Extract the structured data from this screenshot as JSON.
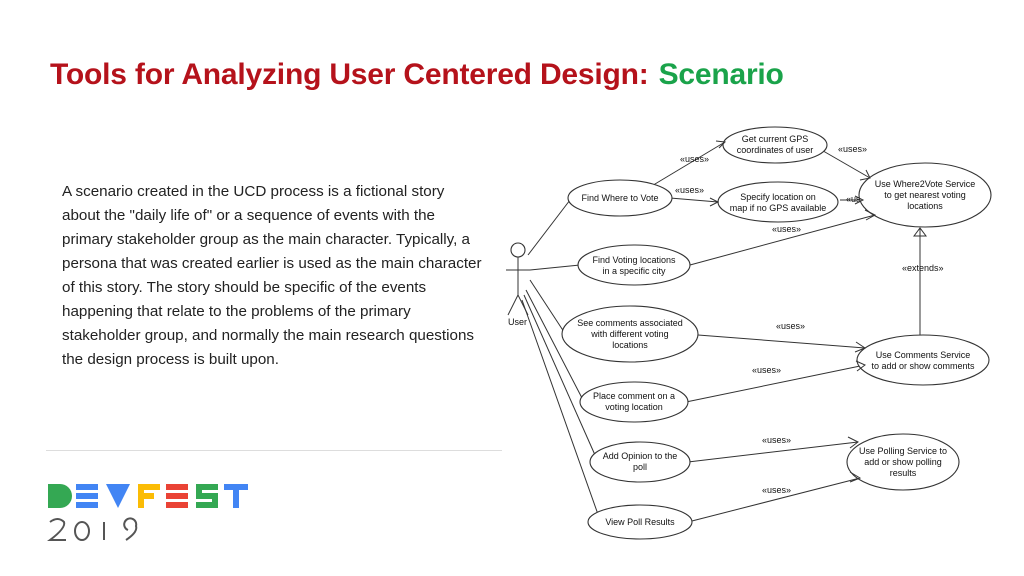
{
  "slide": {
    "title_main": "Tools for Analyzing User Centered Design:",
    "title_accent": "Scenario",
    "body": "A scenario created in the UCD process is a fictional story about the \"daily life of\" or a sequence of events with the primary stakeholder group as the main character. Typically, a persona that was created earlier is used as the main character of this story. The story should be specific of the events happening that relate to the problems of the primary stakeholder group, and normally the main research questions the design process is built upon."
  },
  "logo": {
    "wordmark": "DEVFEST",
    "year": "2019",
    "colors": {
      "blue": "#4285f4",
      "green": "#34a853",
      "yellow": "#fbbc05",
      "red": "#ea4335",
      "year": "#555555"
    }
  },
  "colors": {
    "title": "#b5121b",
    "accent": "#1aa34a",
    "text": "#222222"
  },
  "diagram": {
    "actor": "User",
    "use_cases": [
      {
        "id": "gps",
        "lines": [
          "Get current GPS",
          "coordinates of user"
        ]
      },
      {
        "id": "find",
        "lines": [
          "Find Where to Vote"
        ]
      },
      {
        "id": "specify",
        "lines": [
          "Specify location on",
          "map if no GPS available"
        ]
      },
      {
        "id": "w2v",
        "lines": [
          "Use Where2Vote Service",
          "to get nearest voting",
          "locations"
        ]
      },
      {
        "id": "city",
        "lines": [
          "Find Voting locations",
          "in a specific city"
        ]
      },
      {
        "id": "see",
        "lines": [
          "See comments associated",
          "with different voting",
          "locations"
        ]
      },
      {
        "id": "comments",
        "lines": [
          "Use Comments Service",
          "to add or show comments"
        ]
      },
      {
        "id": "place",
        "lines": [
          "Place comment on a",
          "voting location"
        ]
      },
      {
        "id": "opinion",
        "lines": [
          "Add Opinion to the",
          "poll"
        ]
      },
      {
        "id": "polling",
        "lines": [
          "Use Polling Service to",
          "add or show polling",
          "results"
        ]
      },
      {
        "id": "results",
        "lines": [
          "View Poll Results"
        ]
      }
    ],
    "relations": [
      {
        "from": "find",
        "to": "gps",
        "label": "«uses»"
      },
      {
        "from": "find",
        "to": "specify",
        "label": "«uses»"
      },
      {
        "from": "gps",
        "to": "w2v",
        "label": "«uses»"
      },
      {
        "from": "specify",
        "to": "w2v",
        "label": "«uses»"
      },
      {
        "from": "city",
        "to": "w2v",
        "label": "«uses»"
      },
      {
        "from": "comments",
        "to": "w2v",
        "label": "«extends»"
      },
      {
        "from": "see",
        "to": "comments",
        "label": "«uses»"
      },
      {
        "from": "place",
        "to": "comments",
        "label": "«uses»"
      },
      {
        "from": "opinion",
        "to": "polling",
        "label": "«uses»"
      },
      {
        "from": "results",
        "to": "polling",
        "label": "«uses»"
      }
    ],
    "associations": [
      "find",
      "city",
      "see",
      "place",
      "opinion",
      "results"
    ]
  }
}
